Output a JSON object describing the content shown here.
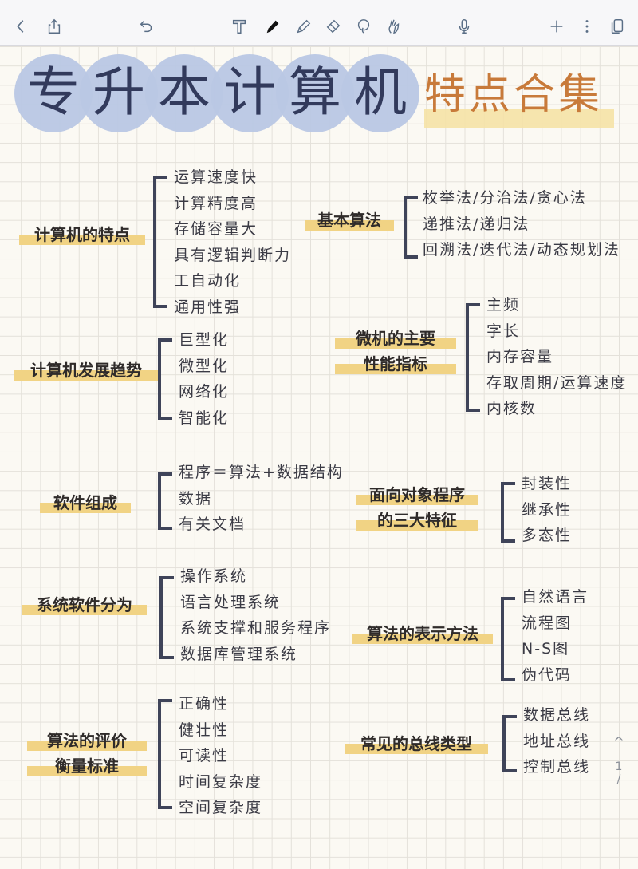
{
  "toolbar": {
    "icons": {
      "back": "chevron-left-icon",
      "share": "share-icon",
      "undo": "undo-icon",
      "text": "text-tool-icon",
      "pen": "pen-icon",
      "highlighter": "highlighter-icon",
      "eraser": "eraser-icon",
      "lasso": "lasso-icon",
      "hand": "hand-touch-icon",
      "mic": "microphone-icon",
      "add": "plus-icon",
      "more": "more-vertical-icon",
      "pages": "pages-icon"
    },
    "accent": "#5a6e86"
  },
  "title": {
    "main_chars": [
      "专",
      "升",
      "本",
      "计",
      "算",
      "机"
    ],
    "subtitle": "特点合集",
    "circle_color": "#b9c7e4",
    "main_color": "#323a5c",
    "subtitle_color": "#c87a3a"
  },
  "topics": [
    {
      "label_lines": [
        "计算机的特点"
      ],
      "items": [
        "运算速度快",
        "计算精度高",
        "存储容量大",
        "具有逻辑判断力",
        "工自动化",
        "通用性强"
      ]
    },
    {
      "label_lines": [
        "基本算法"
      ],
      "items": [
        "枚举法/分治法/贪心法",
        "递推法/递归法",
        "回溯法/迭代法/动态规划法"
      ]
    },
    {
      "label_lines": [
        "计算机发展趋势"
      ],
      "items": [
        "巨型化",
        "微型化",
        "网络化",
        "智能化"
      ]
    },
    {
      "label_lines": [
        "微机的主要",
        "性能指标"
      ],
      "items": [
        "主频",
        "字长",
        "内存容量",
        "存取周期/运算速度",
        "内核数"
      ]
    },
    {
      "label_lines": [
        "软件组成"
      ],
      "items": [
        "程序＝算法+数据结构",
        "数据",
        "有关文档"
      ]
    },
    {
      "label_lines": [
        "面向对象程序",
        "的三大特征"
      ],
      "items": [
        "封装性",
        "继承性",
        "多态性"
      ]
    },
    {
      "label_lines": [
        "系统软件分为"
      ],
      "items": [
        "操作系统",
        "语言处理系统",
        "系统支撑和服务程序",
        "数据库管理系统"
      ]
    },
    {
      "label_lines": [
        "算法的表示方法"
      ],
      "items": [
        "自然语言",
        "流程图",
        "N-S图",
        "伪代码"
      ]
    },
    {
      "label_lines": [
        "算法的评价",
        "衡量标准"
      ],
      "items": [
        "正确性",
        "健壮性",
        "可读性",
        "时间复杂度",
        "空间复杂度"
      ]
    },
    {
      "label_lines": [
        "常见的总线类型"
      ],
      "items": [
        "数据总线",
        "地址总线",
        "控制总线"
      ]
    }
  ],
  "highlight_color": "#f1d384",
  "page_nav": {
    "up": "^",
    "page_number": "1",
    "down": "/"
  }
}
